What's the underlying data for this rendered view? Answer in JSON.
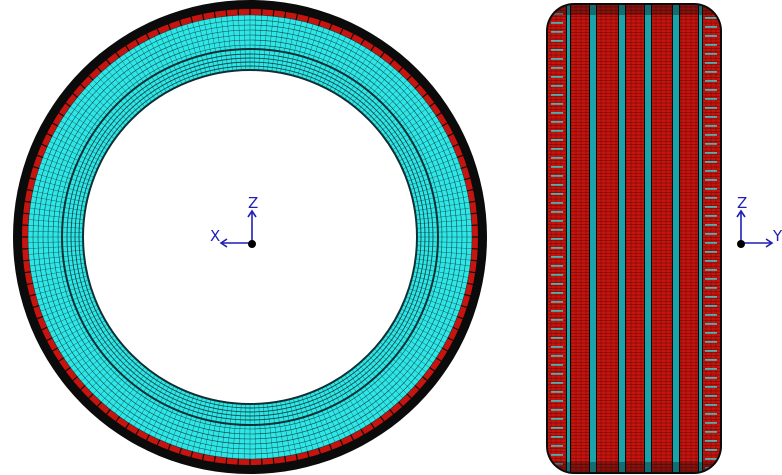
{
  "colors": {
    "tire_black": "#0b0b0b",
    "carcass_red": "#c8140e",
    "sidewall_cyan": "#2ee6e6",
    "mesh_dark": "#0f2f33",
    "groove_teal": "#1aa3a8",
    "axis_blue": "#1f1fb5"
  },
  "side_view": {
    "triad": {
      "horizontal_label": "X",
      "vertical_label": "Z"
    }
  },
  "front_view": {
    "triad": {
      "horizontal_label": "Y",
      "vertical_label": "Z"
    }
  }
}
